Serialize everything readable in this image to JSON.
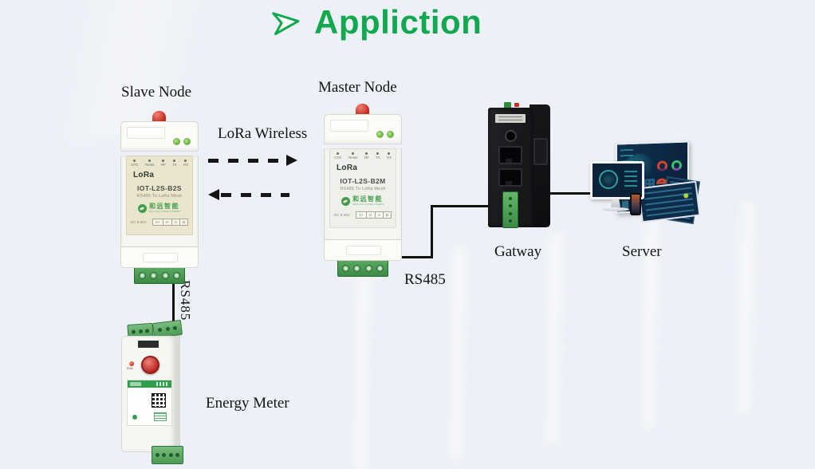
{
  "title": {
    "text": "Appliction"
  },
  "colors": {
    "accent_green": "#12a850",
    "wire_black": "#101010",
    "terminal_green": "#3f9e4d",
    "screen_navy": "#0d2c4a"
  },
  "nodes": {
    "slave": {
      "caption": "Slave Node",
      "brand": "LoRa",
      "model": "IOT-L2S-B2S",
      "subtitle": "RS485 To LoRa Mesh",
      "indicators": [
        "CFG",
        "Reset",
        "RF",
        "TX",
        "RX"
      ],
      "power": "DC 9-36V",
      "terminals": [
        "V+",
        "V-",
        "A",
        "B"
      ],
      "vendor": "和远智能",
      "vendor_sub": "HEYUAN INTELLIGENT"
    },
    "master": {
      "caption": "Master Node",
      "brand": "LoRa",
      "model": "IOT-L2S-B2M",
      "subtitle": "RS485 To LoRa Mesh",
      "indicators": [
        "CFG",
        "Reset",
        "RF",
        "TX",
        "RX"
      ],
      "power": "DC 9-36V",
      "terminals": [
        "V+",
        "V-",
        "A",
        "B"
      ],
      "vendor": "和远智能",
      "vendor_sub": "HEYUAN INTELLIGENT"
    },
    "gateway": {
      "caption": "Gatway"
    },
    "server": {
      "caption": "Server"
    },
    "energy_meter": {
      "caption": "Energy Meter",
      "led_label": "RUN"
    }
  },
  "links": {
    "lora": {
      "caption": "LoRa Wireless"
    },
    "rs485_horizontal": {
      "caption": "RS485"
    },
    "rs485_vertical": {
      "caption": "RS485"
    }
  }
}
